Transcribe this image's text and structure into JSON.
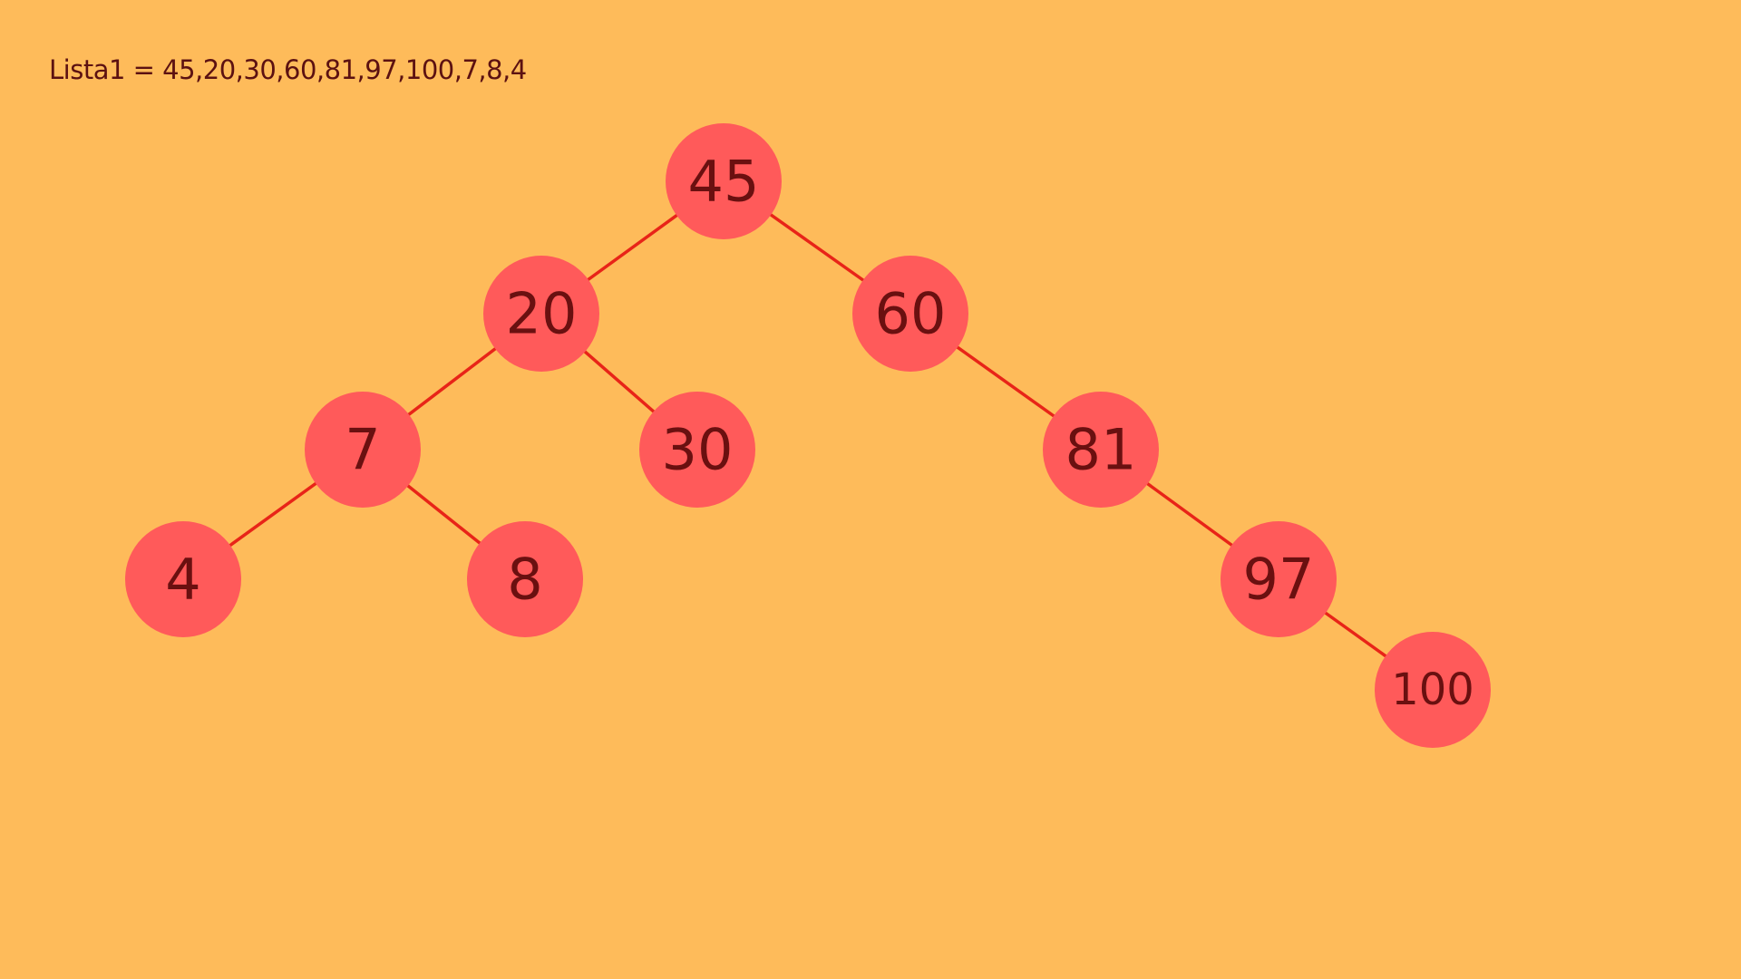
{
  "list_label": "Lista1 = 45,20,30,60,81,97,100,7,8,4",
  "colors": {
    "background": "#FEBB5A",
    "node_fill": "#FF5A5A",
    "edge_stroke": "#E82418",
    "text": "#6A1010"
  },
  "tree": {
    "nodes": [
      {
        "id": "n45",
        "label": "45"
      },
      {
        "id": "n20",
        "label": "20"
      },
      {
        "id": "n60",
        "label": "60"
      },
      {
        "id": "n7",
        "label": "7"
      },
      {
        "id": "n30",
        "label": "30"
      },
      {
        "id": "n81",
        "label": "81"
      },
      {
        "id": "n4",
        "label": "4"
      },
      {
        "id": "n8",
        "label": "8"
      },
      {
        "id": "n97",
        "label": "97"
      },
      {
        "id": "n100",
        "label": "100"
      }
    ],
    "edges": [
      {
        "from": "n45",
        "to": "n20"
      },
      {
        "from": "n45",
        "to": "n60"
      },
      {
        "from": "n20",
        "to": "n7"
      },
      {
        "from": "n20",
        "to": "n30"
      },
      {
        "from": "n60",
        "to": "n81"
      },
      {
        "from": "n7",
        "to": "n4"
      },
      {
        "from": "n7",
        "to": "n8"
      },
      {
        "from": "n81",
        "to": "n97"
      },
      {
        "from": "n97",
        "to": "n100"
      }
    ]
  }
}
